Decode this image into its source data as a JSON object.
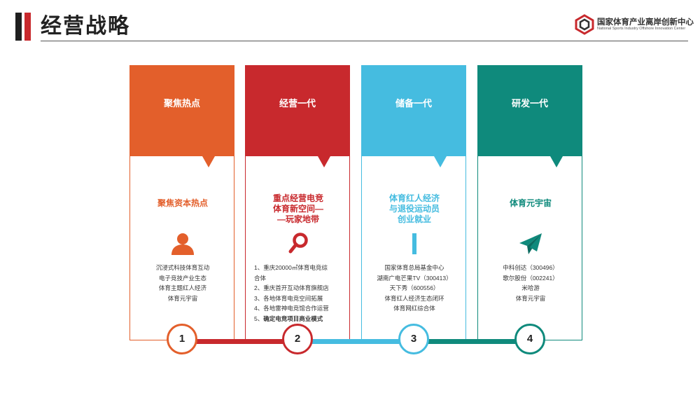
{
  "header": {
    "title": "经营战略",
    "logo_cn": "国家体育产业离岸创新中心",
    "logo_en": "National Sports Industry Offshore Innovation Center"
  },
  "colors": {
    "orange": "#e35f2b",
    "red": "#c8292d",
    "cyan": "#45bce0",
    "teal": "#0f8a7c"
  },
  "cards": [
    {
      "number": "1",
      "head": "聚焦热点",
      "subtitle": [
        "聚焦资本热点"
      ],
      "icon": "user-icon",
      "items": [
        "沉浸式科技体育互动",
        "电子竞技产业生态",
        "体育主题红人经济",
        "体育元宇宙"
      ]
    },
    {
      "number": "2",
      "head": "经营一代",
      "subtitle": [
        "重点经营电竞",
        "体育新空间—",
        "—玩家地带"
      ],
      "icon": "search-icon",
      "items": [
        "1、重庆20000㎡体育电竞综",
        "合体",
        "2、重庆首开互动体育旗舰店",
        "3、各地体育电竞空间拓展",
        "4、各地雷神电竞馆合作运营",
        "5、",
        "确定电竞项目商业模式"
      ]
    },
    {
      "number": "3",
      "head": "储备一代",
      "subtitle": [
        "体育红人经济",
        "与退役运动员",
        "创业就业"
      ],
      "icon": "bar-icon",
      "items": [
        "国家体育总局基金中心",
        "湖南广电芒果TV（300413）",
        "天下秀（600556）",
        "体育红人经济生态闭环",
        "体育网红综合体"
      ]
    },
    {
      "number": "4",
      "head": "研发一代",
      "subtitle": [
        "体育元宇宙"
      ],
      "icon": "paper-plane-icon",
      "items": [
        "中科创达（300496）",
        "歌尔股份（002241）",
        "米哈游",
        "体育元宇宙"
      ]
    }
  ]
}
